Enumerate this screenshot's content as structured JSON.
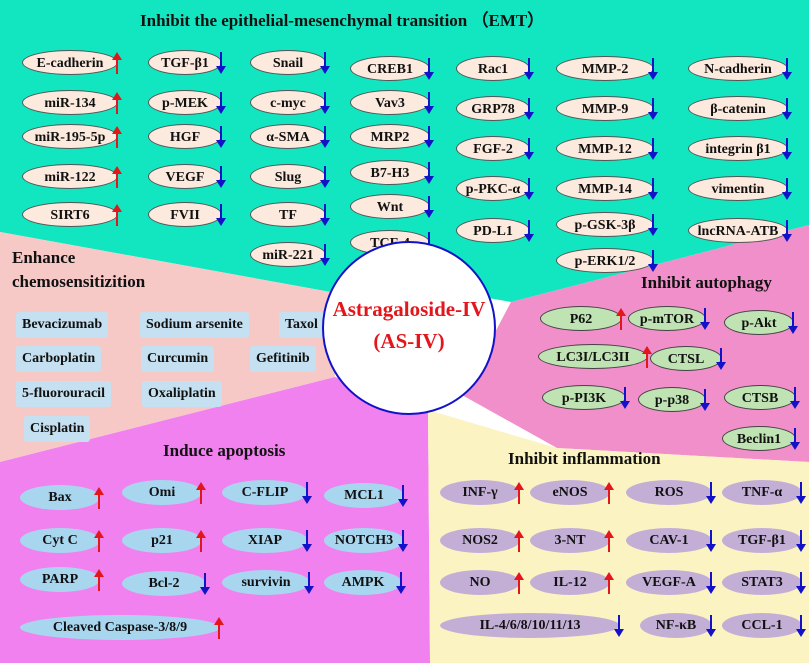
{
  "center": {
    "line1": "Astragaloside-IV",
    "line2": "(AS-IV)"
  },
  "colors": {
    "emt": "#12e6c0",
    "chemo": "#f6c9c7",
    "autophagy": "#f08fc9",
    "apoptosis": "#f081ef",
    "inflammation": "#fbf3c2",
    "up_arrow": "#e3161b",
    "down_arrow": "#1212c8"
  },
  "sections": {
    "emt": {
      "title": "Inhibit the epithelial-mesenchymal transition （EMT）",
      "items": [
        {
          "label": "E-cadherin",
          "dir": "up"
        },
        {
          "label": "miR-134",
          "dir": "up"
        },
        {
          "label": "miR-195-5p",
          "dir": "up"
        },
        {
          "label": "miR-122",
          "dir": "up"
        },
        {
          "label": "SIRT6",
          "dir": "up"
        },
        {
          "label": "TGF-β1",
          "dir": "down"
        },
        {
          "label": "p-MEK",
          "dir": "down"
        },
        {
          "label": "HGF",
          "dir": "down"
        },
        {
          "label": "VEGF",
          "dir": "down"
        },
        {
          "label": "FVII",
          "dir": "down"
        },
        {
          "label": "Snail",
          "dir": "down"
        },
        {
          "label": "c-myc",
          "dir": "down"
        },
        {
          "label": "α-SMA",
          "dir": "down"
        },
        {
          "label": "Slug",
          "dir": "down"
        },
        {
          "label": "TF",
          "dir": "down"
        },
        {
          "label": "miR-221",
          "dir": "down"
        },
        {
          "label": "CREB1",
          "dir": "down"
        },
        {
          "label": "Vav3",
          "dir": "down"
        },
        {
          "label": "MRP2",
          "dir": "down"
        },
        {
          "label": "B7-H3",
          "dir": "down"
        },
        {
          "label": "Wnt",
          "dir": "down"
        },
        {
          "label": "TCF-4",
          "dir": "down"
        },
        {
          "label": "Rac1",
          "dir": "down"
        },
        {
          "label": "GRP78",
          "dir": "down"
        },
        {
          "label": "FGF-2",
          "dir": "down"
        },
        {
          "label": "p-PKC-α",
          "dir": "down"
        },
        {
          "label": "PD-L1",
          "dir": "down"
        },
        {
          "label": "MMP-2",
          "dir": "down"
        },
        {
          "label": "MMP-9",
          "dir": "down"
        },
        {
          "label": "MMP-12",
          "dir": "down"
        },
        {
          "label": "MMP-14",
          "dir": "down"
        },
        {
          "label": "p-GSK-3β",
          "dir": "down"
        },
        {
          "label": "p-ERK1/2",
          "dir": "down"
        },
        {
          "label": "N-cadherin",
          "dir": "down"
        },
        {
          "label": "β-catenin",
          "dir": "down"
        },
        {
          "label": "integrin β1",
          "dir": "down"
        },
        {
          "label": "vimentin",
          "dir": "down"
        },
        {
          "label": "lncRNA-ATB",
          "dir": "down"
        }
      ]
    },
    "chemo": {
      "title": "Enhance chemosensitizition",
      "title_line1": "Enhance",
      "title_line2": "chemosensitizition",
      "items": [
        "Bevacizumab",
        "Sodium arsenite",
        "Taxol",
        "Carboplatin",
        "Curcumin",
        "Gefitinib",
        "5-fluorouracil",
        "Oxaliplatin",
        "Cisplatin"
      ]
    },
    "autophagy": {
      "title": "Inhibit autophagy",
      "items": [
        {
          "label": "P62",
          "dir": "up"
        },
        {
          "label": "p-mTOR",
          "dir": "down"
        },
        {
          "label": "p-Akt",
          "dir": "down"
        },
        {
          "label": "LC3I/LC3II",
          "dir": "up"
        },
        {
          "label": "CTSL",
          "dir": "down"
        },
        {
          "label": "p-PI3K",
          "dir": "down"
        },
        {
          "label": "p-p38",
          "dir": "down"
        },
        {
          "label": "CTSB",
          "dir": "down"
        },
        {
          "label": "Beclin1",
          "dir": "down"
        }
      ]
    },
    "apoptosis": {
      "title": "Induce apoptosis",
      "items": [
        {
          "label": "Bax",
          "dir": "up"
        },
        {
          "label": "Omi",
          "dir": "up"
        },
        {
          "label": "C-FLIP",
          "dir": "down"
        },
        {
          "label": "MCL1",
          "dir": "down"
        },
        {
          "label": "Cyt C",
          "dir": "up"
        },
        {
          "label": "p21",
          "dir": "up"
        },
        {
          "label": "XIAP",
          "dir": "down"
        },
        {
          "label": "NOTCH3",
          "dir": "down"
        },
        {
          "label": "PARP",
          "dir": "up"
        },
        {
          "label": "Bcl-2",
          "dir": "down"
        },
        {
          "label": "survivin",
          "dir": "down"
        },
        {
          "label": "AMPK",
          "dir": "down"
        },
        {
          "label": "Cleaved Caspase-3/8/9",
          "dir": "up"
        }
      ]
    },
    "inflammation": {
      "title": "Inhibit inflammation",
      "items": [
        {
          "label": "INF-γ",
          "dir": "up"
        },
        {
          "label": "eNOS",
          "dir": "up"
        },
        {
          "label": "ROS",
          "dir": "down"
        },
        {
          "label": "TNF-α",
          "dir": "down"
        },
        {
          "label": "NOS2",
          "dir": "up"
        },
        {
          "label": "3-NT",
          "dir": "up"
        },
        {
          "label": "CAV-1",
          "dir": "down"
        },
        {
          "label": "TGF-β1",
          "dir": "down"
        },
        {
          "label": "NO",
          "dir": "up"
        },
        {
          "label": "IL-12",
          "dir": "up"
        },
        {
          "label": "VEGF-A",
          "dir": "down"
        },
        {
          "label": "STAT3",
          "dir": "down"
        },
        {
          "label": "IL-4/6/8/10/11/13",
          "dir": "down"
        },
        {
          "label": "NF-κB",
          "dir": "down"
        },
        {
          "label": "CCL-1",
          "dir": "down"
        }
      ]
    }
  }
}
